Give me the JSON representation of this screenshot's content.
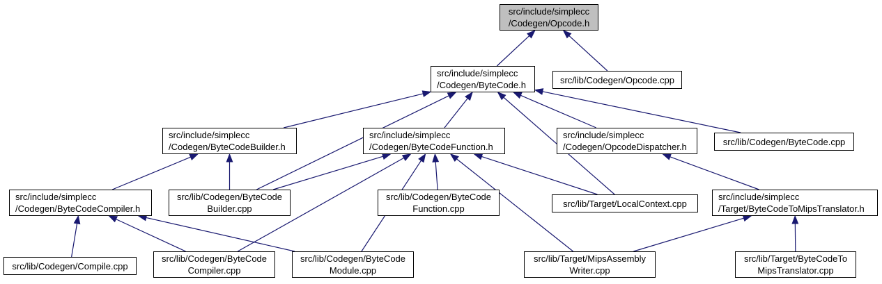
{
  "colors": {
    "edge": "#191970",
    "root_fill": "#bfbfbf",
    "node_fill": "#ffffff",
    "border": "#000000"
  },
  "nodes": {
    "opcode_h": {
      "line1": "src/include/simplecc",
      "line2": "/Codegen/Opcode.h"
    },
    "bytecode_h": {
      "line1": "src/include/simplecc",
      "line2": "/Codegen/ByteCode.h"
    },
    "opcode_cpp": {
      "line1": "src/lib/Codegen/Opcode.cpp"
    },
    "bytecodebuilder_h": {
      "line1": "src/include/simplecc",
      "line2": "/Codegen/ByteCodeBuilder.h"
    },
    "bytecodefunction_h": {
      "line1": "src/include/simplecc",
      "line2": "/Codegen/ByteCodeFunction.h"
    },
    "opcodedispatcher_h": {
      "line1": "src/include/simplecc",
      "line2": "/Codegen/OpcodeDispatcher.h"
    },
    "bytecode_cpp": {
      "line1": "src/lib/Codegen/ByteCode.cpp"
    },
    "bytecodecompiler_h": {
      "line1": "src/include/simplecc",
      "line2": "/Codegen/ByteCodeCompiler.h"
    },
    "bytecodebuilder_cpp": {
      "line1": "src/lib/Codegen/ByteCode",
      "line2": "Builder.cpp"
    },
    "bytecodefunction_cpp": {
      "line1": "src/lib/Codegen/ByteCode",
      "line2": "Function.cpp"
    },
    "localcontext_cpp": {
      "line1": "src/lib/Target/LocalContext.cpp"
    },
    "bytecodetomips_h": {
      "line1": "src/include/simplecc",
      "line2": "/Target/ByteCodeToMipsTranslator.h"
    },
    "compile_cpp": {
      "line1": "src/lib/Codegen/Compile.cpp"
    },
    "bytecodecompiler_cpp": {
      "line1": "src/lib/Codegen/ByteCode",
      "line2": "Compiler.cpp"
    },
    "bytecodemodule_cpp": {
      "line1": "src/lib/Codegen/ByteCode",
      "line2": "Module.cpp"
    },
    "mipsassemblywriter_cpp": {
      "line1": "src/lib/Target/MipsAssembly",
      "line2": "Writer.cpp"
    },
    "bytecodetomips_cpp": {
      "line1": "src/lib/Target/ByteCodeTo",
      "line2": "MipsTranslator.cpp"
    }
  },
  "edges": [
    {
      "from": "bytecode_h",
      "to": "opcode_h"
    },
    {
      "from": "opcode_cpp",
      "to": "opcode_h"
    },
    {
      "from": "bytecodebuilder_h",
      "to": "bytecode_h"
    },
    {
      "from": "bytecodebuilder_cpp",
      "to": "bytecode_h"
    },
    {
      "from": "bytecodefunction_h",
      "to": "bytecode_h"
    },
    {
      "from": "localcontext_cpp",
      "to": "bytecode_h"
    },
    {
      "from": "opcodedispatcher_h",
      "to": "bytecode_h"
    },
    {
      "from": "bytecode_cpp",
      "to": "bytecode_h"
    },
    {
      "from": "bytecodecompiler_h",
      "to": "bytecodebuilder_h"
    },
    {
      "from": "bytecodebuilder_cpp",
      "to": "bytecodebuilder_h"
    },
    {
      "from": "bytecodebuilder_cpp",
      "to": "bytecodefunction_h"
    },
    {
      "from": "bytecodecompiler_cpp",
      "to": "bytecodefunction_h"
    },
    {
      "from": "bytecodemodule_cpp",
      "to": "bytecodefunction_h"
    },
    {
      "from": "bytecodefunction_cpp",
      "to": "bytecodefunction_h"
    },
    {
      "from": "mipsassemblywriter_cpp",
      "to": "bytecodefunction_h"
    },
    {
      "from": "localcontext_cpp",
      "to": "bytecodefunction_h"
    },
    {
      "from": "bytecodetomips_h",
      "to": "opcodedispatcher_h"
    },
    {
      "from": "compile_cpp",
      "to": "bytecodecompiler_h"
    },
    {
      "from": "bytecodecompiler_cpp",
      "to": "bytecodecompiler_h"
    },
    {
      "from": "bytecodemodule_cpp",
      "to": "bytecodecompiler_h"
    },
    {
      "from": "mipsassemblywriter_cpp",
      "to": "bytecodetomips_h"
    },
    {
      "from": "bytecodetomips_cpp",
      "to": "bytecodetomips_h"
    }
  ]
}
